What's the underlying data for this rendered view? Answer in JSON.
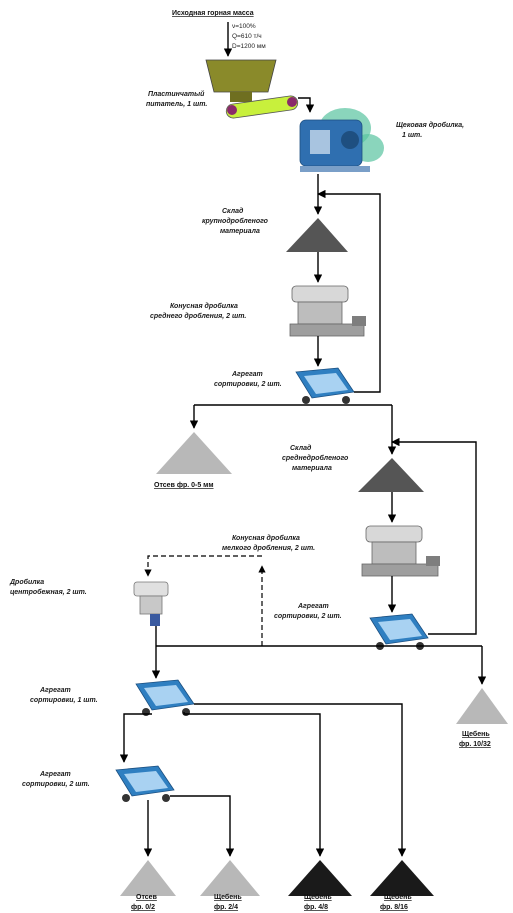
{
  "source": {
    "title": "Исходная горная масса",
    "params": [
      "ν=100%",
      "Q=610 т/ч",
      "D=1200 мм"
    ]
  },
  "labels": {
    "feeder": [
      "Пластинчатый",
      "питатель, 1 шт."
    ],
    "jaw_crusher": [
      "Щековая дробилка,",
      "1 шт."
    ],
    "stock1": [
      "Склад",
      "крупнодробленого",
      "материала"
    ],
    "cone_medium": [
      "Конусная дробилка",
      "среднего дробления, 2 шт."
    ],
    "screen1": [
      "Агрегат",
      "сортировки, 2 шт."
    ],
    "stock2": [
      "Склад",
      "среднедробленого",
      "материала"
    ],
    "cone_fine": [
      "Конусная дробилка",
      "мелкого дробления, 2 шт."
    ],
    "centrifugal": [
      "Дробилка",
      "центробежная, 2 шт."
    ],
    "screen2": [
      "Агрегат",
      "сортировки, 2 шт."
    ],
    "screen3": [
      "Агрегат",
      "сортировки, 1 шт."
    ],
    "screen4": [
      "Агрегат",
      "сортировки, 2 шт."
    ]
  },
  "products": {
    "waste1": [
      "Отсев фр. 0-5 мм"
    ],
    "gravel_10_32": [
      "Щебень",
      "фр. 10/32"
    ],
    "screening_0_2": [
      "Отсев",
      "фр. 0/2"
    ],
    "gravel_2_4": [
      "Щебень",
      "фр. 2/4"
    ],
    "gravel_4_8": [
      "Щебень",
      "фр. 4/8"
    ],
    "gravel_8_16": [
      "Щебень",
      "фр. 8/16"
    ]
  },
  "colors": {
    "feeder_hopper": "#8a8a2a",
    "feeder_belt": "#c8f03c",
    "jaw": "#2f6fb0",
    "jaw_accent": "#59c3a0",
    "stock_dark": "#555555",
    "product_light": "#b8b8b8",
    "product_dark": "#1a1a1a",
    "screen_blue": "#2f7fc1"
  }
}
